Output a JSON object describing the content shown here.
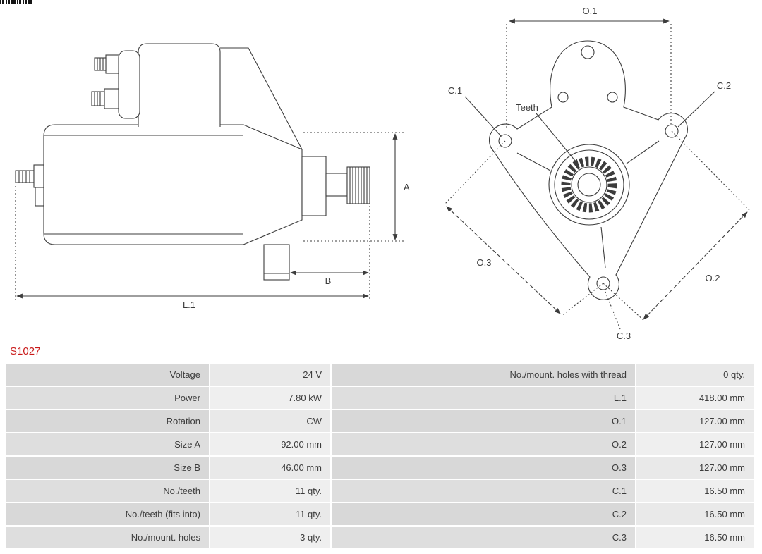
{
  "part_number": "S1027",
  "colors": {
    "part_number_text": "#c91a1a",
    "drawing_stroke": "#3c3c3c",
    "table_label_cell_bg": "#d8d8d8",
    "table_value_cell_bg": "#e9e9e9",
    "page_background": "#ffffff"
  },
  "side_view": {
    "dim_a": "A",
    "dim_b": "B",
    "dim_l1": "L.1"
  },
  "front_view": {
    "dim_o1": "O.1",
    "dim_o2": "O.2",
    "dim_o3": "O.3",
    "dim_c1": "C.1",
    "dim_c2": "C.2",
    "dim_c3": "C.3",
    "teeth_label": "Teeth"
  },
  "spec_table": {
    "rows": [
      {
        "label_left": "Voltage",
        "value_left": "24 V",
        "label_right": "No./mount. holes with thread",
        "value_right": "0 qty."
      },
      {
        "label_left": "Power",
        "value_left": "7.80 kW",
        "label_right": "L.1",
        "value_right": "418.00 mm"
      },
      {
        "label_left": "Rotation",
        "value_left": "CW",
        "label_right": "O.1",
        "value_right": "127.00 mm"
      },
      {
        "label_left": "Size A",
        "value_left": "92.00 mm",
        "label_right": "O.2",
        "value_right": "127.00 mm"
      },
      {
        "label_left": "Size B",
        "value_left": "46.00 mm",
        "label_right": "O.3",
        "value_right": "127.00 mm"
      },
      {
        "label_left": "No./teeth",
        "value_left": "11 qty.",
        "label_right": "C.1",
        "value_right": "16.50 mm"
      },
      {
        "label_left": "No./teeth (fits into)",
        "value_left": "11 qty.",
        "label_right": "C.2",
        "value_right": "16.50 mm"
      },
      {
        "label_left": "No./mount. holes",
        "value_left": "3 qty.",
        "label_right": "C.3",
        "value_right": "16.50 mm"
      }
    ]
  }
}
